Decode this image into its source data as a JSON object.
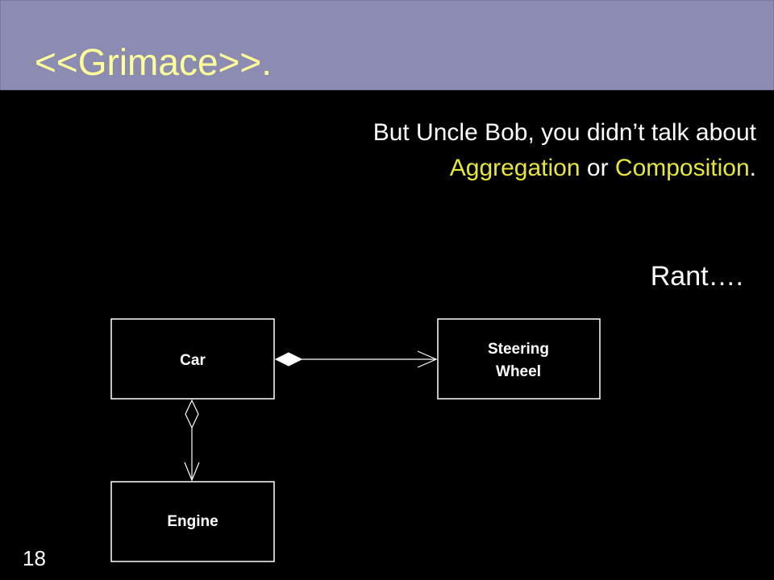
{
  "slide": {
    "title": "<<Grimace>>.",
    "quote_line1": "But Uncle Bob, you didn’t talk about",
    "quote_term1": "Aggregation",
    "quote_conjunction": " or ",
    "quote_term2": "Composition",
    "quote_end": ".",
    "rant": "Rant….",
    "page_number": "18"
  },
  "diagram": {
    "classes": {
      "car": "Car",
      "steering_wheel_line1": "Steering",
      "steering_wheel_line2": "Wheel",
      "engine": "Engine"
    },
    "relations": [
      {
        "from": "Car",
        "to": "Steering Wheel",
        "kind": "composition",
        "navigable": true
      },
      {
        "from": "Car",
        "to": "Engine",
        "kind": "aggregation",
        "navigable": true
      }
    ]
  },
  "colors": {
    "background": "#000000",
    "title_bar": "#8c8cb2",
    "title_text": "#ffff99",
    "highlight": "#e6e63c",
    "text": "#ffffff"
  }
}
